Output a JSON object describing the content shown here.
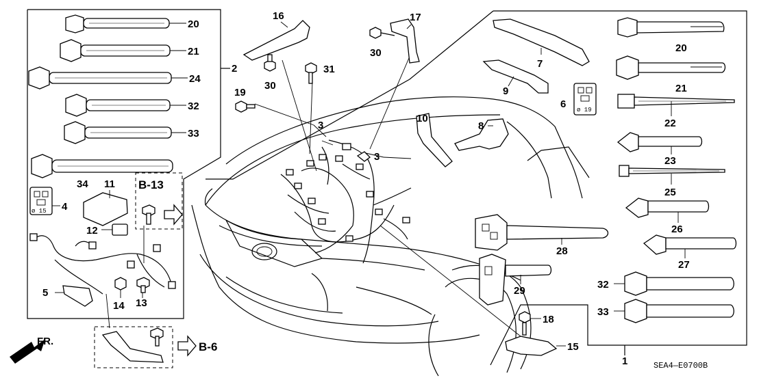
{
  "diagram": {
    "reference_code": "SEA4—E0700B",
    "front_arrow_label": "FR.",
    "ref_b13": "B-13",
    "ref_b6": "B-6",
    "hole_label_15": "ø 15",
    "hole_label_19": "ø 19",
    "callouts": [
      "1",
      "2",
      "3",
      "3",
      "4",
      "5",
      "6",
      "7",
      "8",
      "9",
      "10",
      "11",
      "12",
      "13",
      "14",
      "15",
      "16",
      "17",
      "18",
      "19",
      "20",
      "20",
      "21",
      "21",
      "22",
      "23",
      "24",
      "25",
      "26",
      "27",
      "28",
      "29",
      "30",
      "30",
      "31",
      "32",
      "32",
      "33",
      "33",
      "34"
    ]
  }
}
